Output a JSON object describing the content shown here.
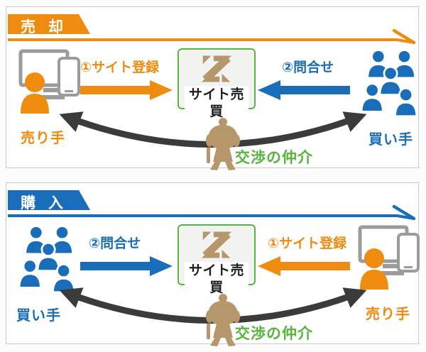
{
  "colors": {
    "orange": "#EF8C10",
    "blue": "#1A6DB8",
    "green": "#56B43C",
    "box_border_green": "#58B543",
    "logo_gold": "#B6976C",
    "negotiation_arrow_dark": "#3B3B3B",
    "device_gray": "#9B9B9D",
    "box_background": "#F2F2F0",
    "panel_border": "#C9C9C9"
  },
  "panels": [
    {
      "tab": "売 却",
      "flow_left_label": "①サイト登録",
      "flow_right_label": "②問合せ",
      "actor_left": "売り手",
      "actor_right": "買い手",
      "center_label": "サイト売買",
      "mediation": "交渉の仲介"
    },
    {
      "tab": "購 入",
      "flow_left_label": "②問合せ",
      "flow_right_label": "①サイト登録",
      "actor_left": "買い手",
      "actor_right": "売り手",
      "center_label": "サイト売買",
      "mediation": "交渉の仲介"
    }
  ]
}
